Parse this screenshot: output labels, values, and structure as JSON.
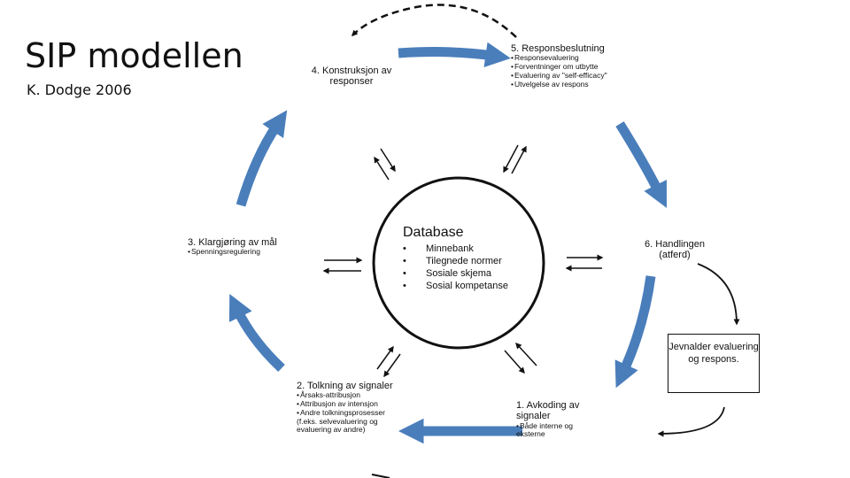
{
  "slide": {
    "title": "SIP modellen",
    "subtitle": "K. Dodge 2006"
  },
  "database": {
    "title": "Database",
    "items": [
      "Minnebank",
      "Tilegnede normer",
      "Sosiale skjema",
      "Sosial kompetanse"
    ]
  },
  "stages": {
    "s1": {
      "title": "1. Avkoding av signaler",
      "bullets": [
        "Både interne og eksterne"
      ]
    },
    "s2": {
      "title": "2. Tolkning av signaler",
      "bullets": [
        "Årsaks-attribusjon",
        "Attribusjon av intensjon",
        "Andre tolkningsprosesser (f.eks. selvevaluering og evaluering av andre)"
      ]
    },
    "s3": {
      "title": "3. Klargjøring av mål",
      "bullets": [
        "Spenningsregulering"
      ]
    },
    "s4": {
      "title": "4. Konstruksjon av responser",
      "bullets": []
    },
    "s5": {
      "title": "5. Responsbeslutning",
      "bullets": [
        "Responsevaluering",
        "Forventninger om utbytte",
        "Evaluering av \"self-efficacy\"",
        "Utvelgelse av respons"
      ]
    },
    "s6": {
      "title": "6. Handlingen (atferd)",
      "bullets": []
    }
  },
  "peer_box": {
    "text": "Jevnalder evaluering og respons."
  },
  "colors": {
    "cycle_arrow": "#4a7ebb",
    "ink": "#111111"
  }
}
